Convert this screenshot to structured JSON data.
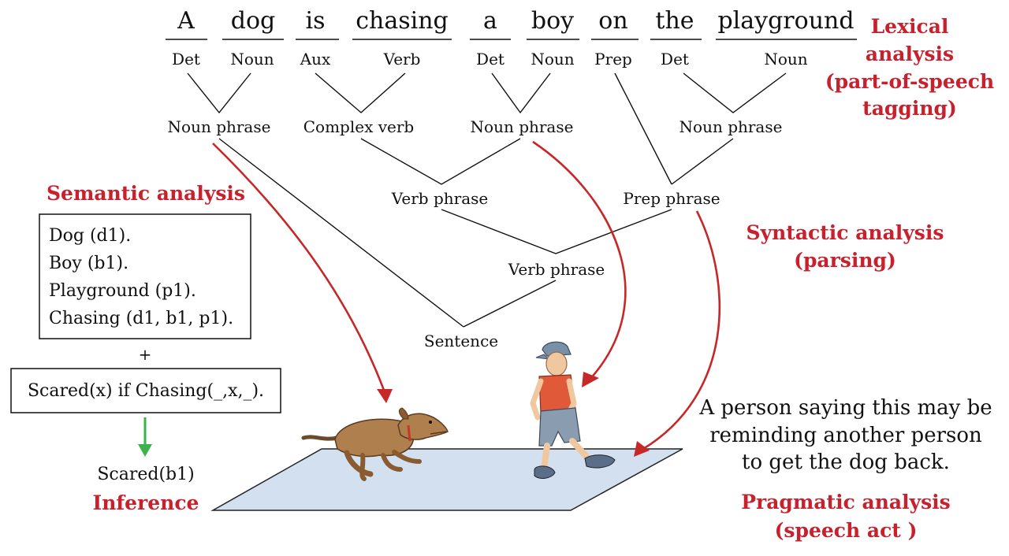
{
  "words": [
    "A",
    "dog",
    "is",
    "chasing",
    "a",
    "boy",
    "on",
    "the",
    "playground"
  ],
  "pos_tags": [
    "Det",
    "Noun",
    "Aux",
    "Verb",
    "Det",
    "Noun",
    "Prep",
    "Det",
    "Noun"
  ],
  "phrases": {
    "np1": "Noun phrase",
    "complex_verb": "Complex verb",
    "np2": "Noun phrase",
    "np3": "Noun phrase",
    "vp1": "Verb phrase",
    "pp": "Prep phrase",
    "vp2": "Verb phrase",
    "sentence": "Sentence"
  },
  "labels": {
    "lexical": [
      "Lexical",
      "analysis",
      "(part-of-speech",
      "tagging)"
    ],
    "semantic": "Semantic analysis",
    "syntactic": [
      "Syntactic analysis",
      "(parsing)"
    ],
    "inference": "Inference",
    "pragmatic": [
      "Pragmatic analysis",
      "(speech act )"
    ]
  },
  "semantic_box": [
    "Dog (d1).",
    "Boy (b1).",
    "Playground (p1).",
    "Chasing (d1, b1, p1)."
  ],
  "plus": "+",
  "rule": "Scared(x) if Chasing(_,x,_).",
  "inferred": "Scared(b1)",
  "pragmatic_text": [
    "A person saying this may be",
    "reminding another person",
    "to get the dog back."
  ],
  "colors": {
    "label_red": "#c8202c",
    "arrow_red": "#c62828",
    "inference_arrow": "#3bb34a",
    "playground": "#d2e0f0"
  }
}
